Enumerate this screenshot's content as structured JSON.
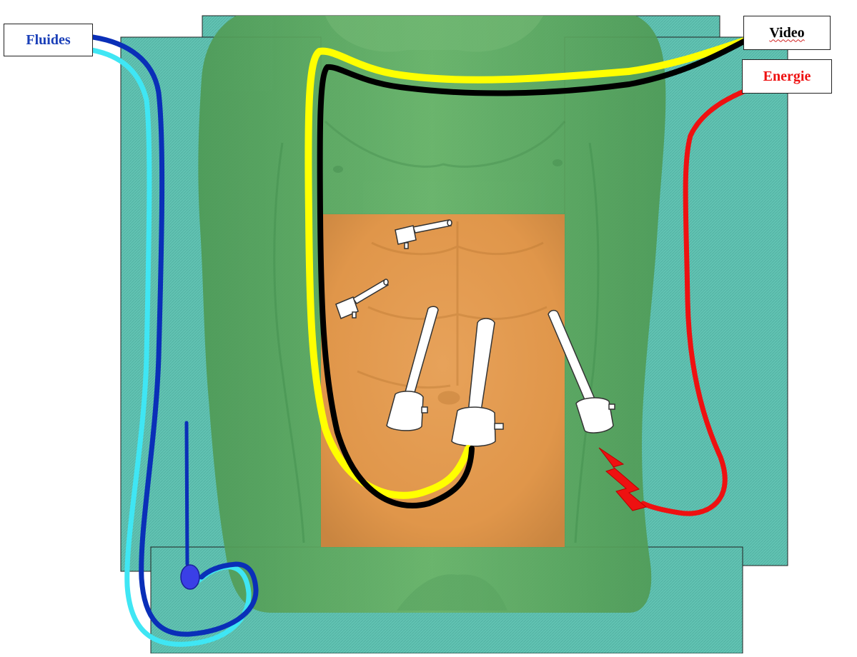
{
  "labels": {
    "fluids": "Fluides",
    "video": "Video",
    "energy": "Energie"
  },
  "colors": {
    "drape": "#5fc0b0",
    "body": "#5ea860",
    "operative_field": "#e39a4a",
    "fluids_label": "#1a3fb8",
    "fluids_line_dark": "#0a2fb8",
    "fluids_line_light": "#3fe6f4",
    "video_line_yellow": "#ffff00",
    "video_line_black": "#000000",
    "energy_line": "#ee1111",
    "energy_label": "#ee1111",
    "instrument": "#ffffff"
  },
  "icons": [
    "lightning-bolt-icon",
    "trocar-icon"
  ]
}
